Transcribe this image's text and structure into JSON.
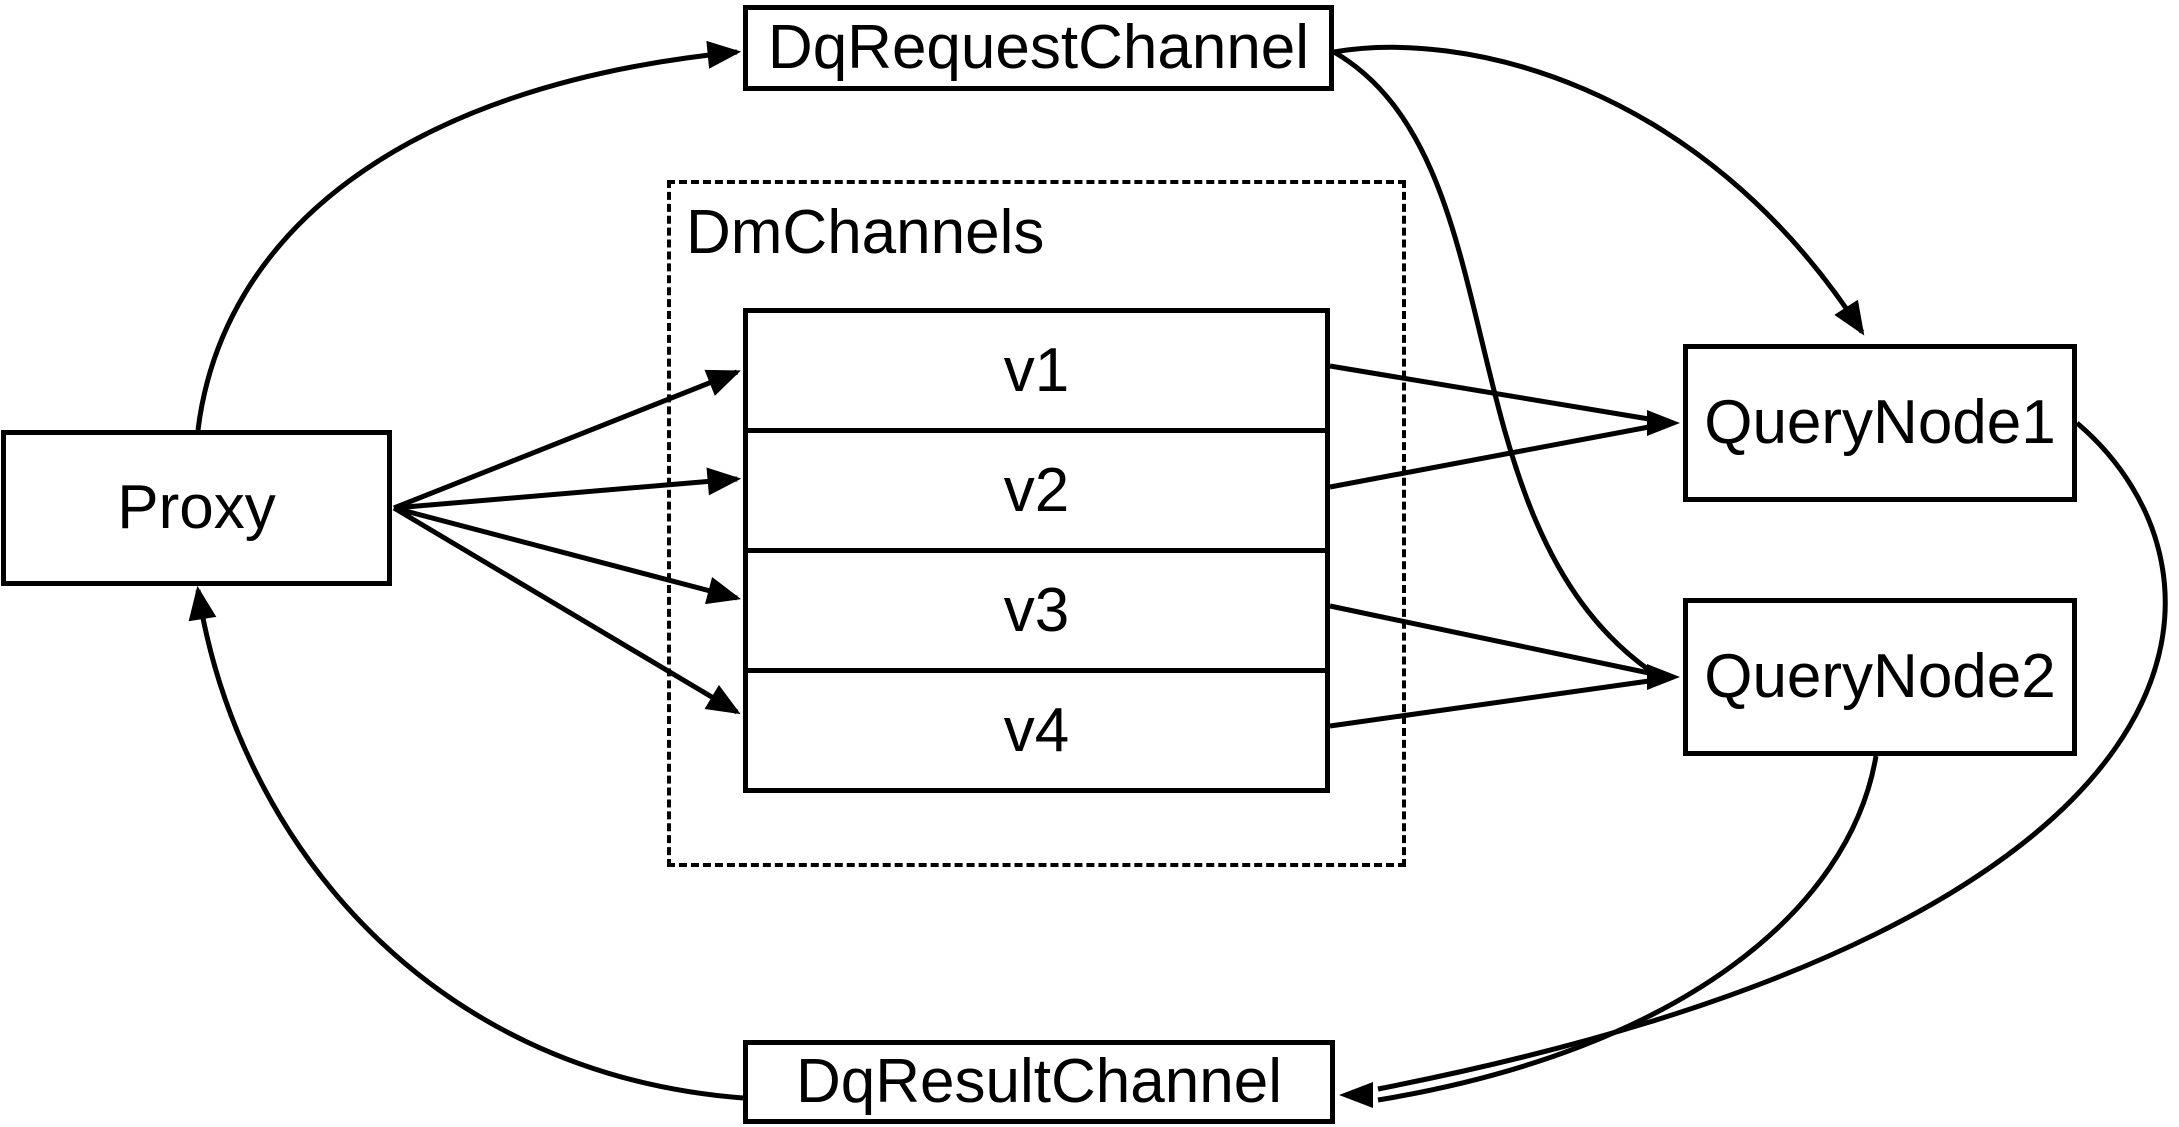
{
  "diagram": {
    "background_color": "#ffffff",
    "stroke_color": "#000000",
    "text_color": "#000000",
    "nodes": {
      "dq_request_channel": {
        "label": "DqRequestChannel"
      },
      "dm_channels_group": {
        "label": "DmChannels"
      },
      "proxy": {
        "label": "Proxy"
      },
      "channels": [
        {
          "label": "v1"
        },
        {
          "label": "v2"
        },
        {
          "label": "v3"
        },
        {
          "label": "v4"
        }
      ],
      "query_node_1": {
        "label": "QueryNode1"
      },
      "query_node_2": {
        "label": "QueryNode2"
      },
      "dq_result_channel": {
        "label": "DqResultChannel"
      }
    },
    "edges": [
      {
        "from": "Proxy",
        "to": "DqRequestChannel"
      },
      {
        "from": "Proxy",
        "to": "v1"
      },
      {
        "from": "Proxy",
        "to": "v2"
      },
      {
        "from": "Proxy",
        "to": "v3"
      },
      {
        "from": "Proxy",
        "to": "v4"
      },
      {
        "from": "v1",
        "to": "QueryNode1"
      },
      {
        "from": "v2",
        "to": "QueryNode1"
      },
      {
        "from": "v3",
        "to": "QueryNode2"
      },
      {
        "from": "v4",
        "to": "QueryNode2"
      },
      {
        "from": "DqRequestChannel",
        "to": "QueryNode1"
      },
      {
        "from": "DqRequestChannel",
        "to": "QueryNode2"
      },
      {
        "from": "QueryNode1",
        "to": "DqResultChannel"
      },
      {
        "from": "QueryNode2",
        "to": "DqResultChannel"
      },
      {
        "from": "DqResultChannel",
        "to": "Proxy"
      }
    ]
  }
}
